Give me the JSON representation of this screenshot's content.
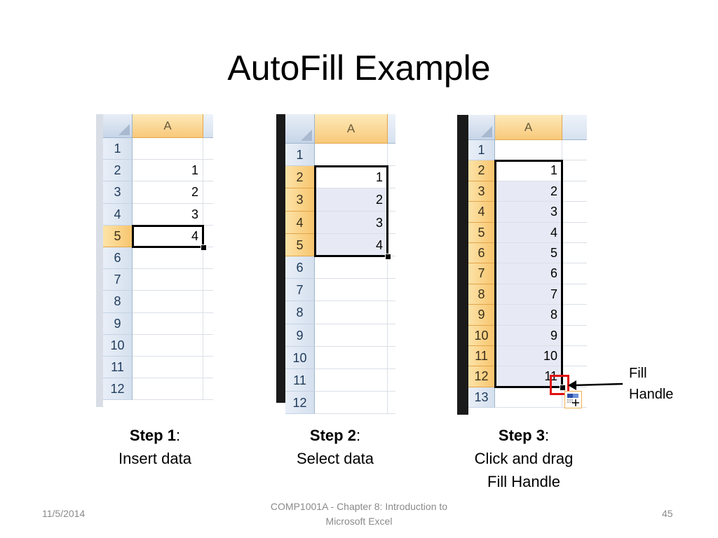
{
  "slide": {
    "title": "AutoFill Example",
    "footer": {
      "date": "11/5/2014",
      "center": [
        "COMP1001A - Chapter 8: Introduction to",
        "Microsoft Excel"
      ],
      "page": "45"
    },
    "callout": [
      "Fill",
      "Handle"
    ]
  },
  "colors": {
    "column_header": "#f8c97a",
    "row_header": "#d5e0ee",
    "selected_range": "#e7eaf5",
    "fill_handle_highlight": "#e01010"
  },
  "steps": [
    {
      "step_label": "Step 1",
      "description": [
        "Insert data"
      ],
      "sheet": {
        "column": "A",
        "rows": [
          "1",
          "2",
          "3",
          "4",
          "5",
          "6",
          "7",
          "8",
          "9",
          "10",
          "11",
          "12"
        ],
        "values": [
          "",
          "1",
          "2",
          "3",
          "4",
          "",
          "",
          "",
          "",
          "",
          "",
          ""
        ]
      }
    },
    {
      "step_label": "Step 2",
      "description": [
        "Select data"
      ],
      "sheet": {
        "column": "A",
        "rows": [
          "1",
          "2",
          "3",
          "4",
          "5",
          "6",
          "7",
          "8",
          "9",
          "10",
          "11",
          "12"
        ],
        "values": [
          "",
          "1",
          "2",
          "3",
          "4",
          "",
          "",
          "",
          "",
          "",
          "",
          ""
        ]
      }
    },
    {
      "step_label": "Step 3",
      "description": [
        "Click and drag",
        "Fill Handle"
      ],
      "sheet": {
        "column": "A",
        "rows": [
          "1",
          "2",
          "3",
          "4",
          "5",
          "6",
          "7",
          "8",
          "9",
          "10",
          "11",
          "12",
          "13"
        ],
        "values": [
          "",
          "1",
          "2",
          "3",
          "4",
          "5",
          "6",
          "7",
          "8",
          "9",
          "10",
          "11",
          ""
        ]
      }
    }
  ]
}
